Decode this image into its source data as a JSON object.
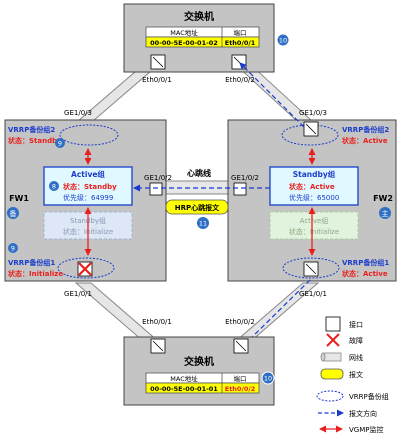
{
  "top_switch": {
    "title": "交换机",
    "table_header_mac": "MAC地址",
    "table_header_port": "端口",
    "mac": "00-00-5E-00-01-02",
    "port": "Eth0/0/1",
    "port_left": "Eth0/0/1",
    "port_right": "Eth0/0/2",
    "step": "10"
  },
  "bottom_switch": {
    "title": "交换机",
    "table_header_mac": "MAC地址",
    "table_header_port": "端口",
    "mac": "00-00-5E-00-01-01",
    "port": "Eth0/0/2",
    "port_left": "Eth0/0/1",
    "port_right": "Eth0/0/2",
    "step": "10"
  },
  "fw1": {
    "name": "FW1",
    "role": "备",
    "port_top": "GE1/0/3",
    "port_mid": "GE1/0/2",
    "port_bottom": "GE1/0/1",
    "vrrp2_label": "VRRP备份组2",
    "vrrp2_state": "状态：Standby",
    "vrrp2_step": "9",
    "vrrp1_label": "VRRP备份组1",
    "vrrp1_state": "状态：Initialize",
    "vrrp1_step": "9",
    "group_active_title": "Active组",
    "group_active_state": "状态：Standby",
    "group_active_priority": "优先级：64999",
    "group_active_step": "8",
    "group_standby_title": "Standby组",
    "group_standby_state": "状态：Initialize"
  },
  "fw2": {
    "name": "FW2",
    "role": "主",
    "port_top": "GE1/0/3",
    "port_mid": "GE1/0/2",
    "port_bottom": "GE1/0/1",
    "vrrp2_label": "VRRP备份组2",
    "vrrp2_state": "状态：Active",
    "vrrp1_label": "VRRP备份组1",
    "vrrp1_state": "状态：Active",
    "group_standby_title": "Standby组",
    "group_standby_state": "状态：Active",
    "group_standby_priority": "优先级：65000",
    "group_active_title": "Active组",
    "group_active_state": "状态：Initialize"
  },
  "heartbeat": {
    "label": "心跳线",
    "packet": "HRP心跳报文",
    "step": "11"
  },
  "legend": {
    "port": "接口",
    "fault": "故障",
    "cable": "网线",
    "packet": "报文",
    "vrrp_group": "VRRP备份组",
    "packet_direction": "报文方向",
    "vgmp_monitor": "VGMP监控"
  },
  "colors": {
    "device_fill": "#c4c4c4",
    "box_blue": "#1a3ccc",
    "state_red": "#e8201e",
    "yellow": "#ffff00",
    "step_circle": "#2f6fc4"
  }
}
